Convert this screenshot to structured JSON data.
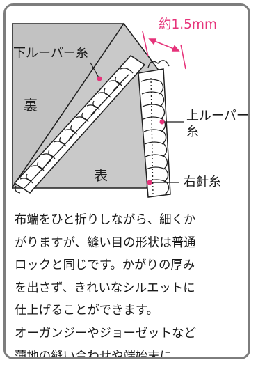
{
  "diagram": {
    "labels": {
      "width": "約1.5mm",
      "lower_looper_thread": "下ルーパー糸",
      "back_side": "裏",
      "upper_looper_thread_line1": "上ルーパー",
      "upper_looper_thread_line2": "糸",
      "front_side": "表",
      "right_needle_thread": "右針糸"
    },
    "colors": {
      "accent": "#e6337a",
      "fabric": "#c4c4c4",
      "fabric_edge": "#262626",
      "border": "#7d7d7d"
    }
  },
  "description": {
    "lines": [
      "布端をひと折りしながら、細くか",
      "がりますが、縫い目の形状は普通",
      "ロックと同じです。かがりの厚み",
      "を出さず、きれいなシルエットに",
      "仕上げることができます。",
      "オーガンジーやジョーゼットなど",
      "薄地の縫い合わせや端始末に。"
    ]
  }
}
